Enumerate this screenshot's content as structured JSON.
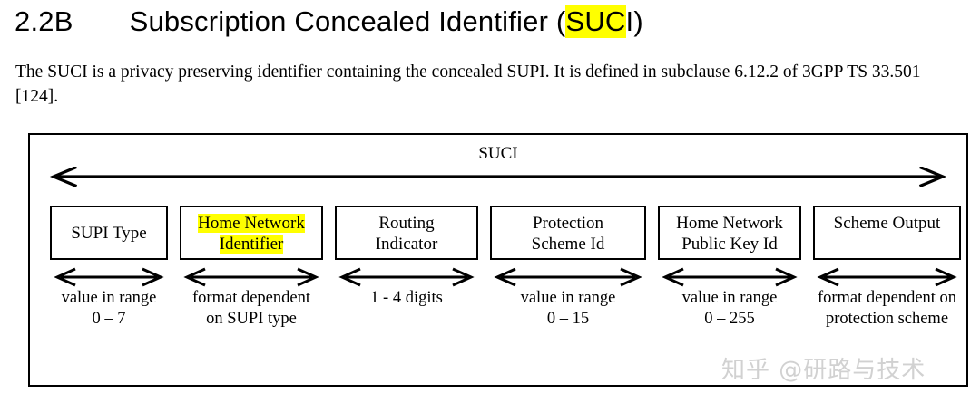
{
  "heading": {
    "number": "2.2B",
    "text_before_highlight": "Subscription Concealed Identifier (",
    "highlighted": "SUC",
    "text_after_highlight": "I)",
    "full": "2.2B  Subscription Concealed Identifier (SUCI)",
    "highlight_color": "#ffff00"
  },
  "paragraph": {
    "text": "The SUCI is a privacy preserving identifier containing the concealed SUPI. It is defined in subclause 6.12.2 of 3GPP TS 33.501 [124]."
  },
  "figure": {
    "overall_label": "SUCI",
    "fields": [
      {
        "label_line1": "SUPI Type",
        "label_line2": "",
        "highlighted": false,
        "caption_line1": "value in range",
        "caption_line2": "0 – 7"
      },
      {
        "label_line1": "Home Network",
        "label_line2": "Identifier",
        "highlighted": true,
        "caption_line1": "format dependent",
        "caption_line2": "on SUPI type"
      },
      {
        "label_line1": "Routing",
        "label_line2": "Indicator",
        "highlighted": false,
        "caption_line1": "1 - 4 digits",
        "caption_line2": ""
      },
      {
        "label_line1": "Protection",
        "label_line2": "Scheme Id",
        "highlighted": false,
        "caption_line1": "value in range",
        "caption_line2": "0 – 15"
      },
      {
        "label_line1": "Home Network",
        "label_line2": "Public Key Id",
        "highlighted": false,
        "caption_line1": "value in range",
        "caption_line2": "0 – 255"
      },
      {
        "label_line1": "Scheme Output",
        "label_line2": "",
        "highlighted": false,
        "caption_line1": "format dependent on",
        "caption_line2": "protection scheme"
      }
    ]
  },
  "watermark": {
    "text": "知乎 @研路与技术"
  }
}
